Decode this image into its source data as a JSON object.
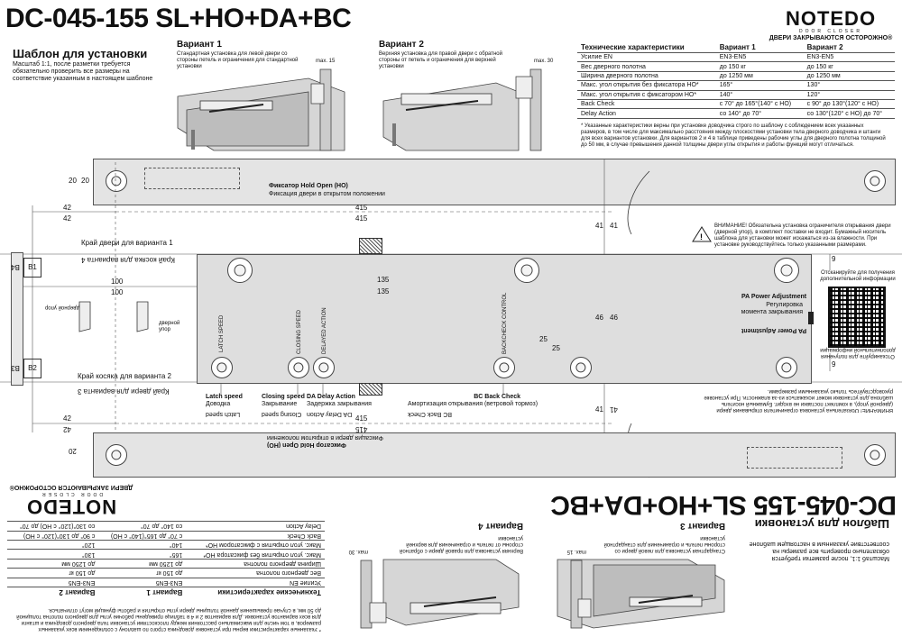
{
  "header": {
    "title": "DC-045-155 SL+HO+DA+BC",
    "subtitle": "Шаблон для установки",
    "intro": "Масштаб 1:1, после разметки требуется обязательно проверить все размеры на соответствие указанным в настоящем шаблоне"
  },
  "brand": {
    "name": "NOTEDO",
    "sub": "DOOR CLOSER",
    "slogan": "ДВЕРИ ЗАКРЫВАЮТСЯ ОСТОРОЖНО®"
  },
  "variants": {
    "v1_title": "Вариант 1",
    "v1_text": "Стандартная установка для левой двери со стороны петель и ограничения для стандартной установки",
    "v1_max": "max. 15",
    "v2_title": "Вариант 2",
    "v2_text": "Верхняя установка для правой двери с обратной стороны от петель и ограничения для верхней установки",
    "v2_max": "max. 30",
    "v3_title": "Вариант 3",
    "v3_text": "Стандартная установка для левой двери со стороны петель и ограничения для стандартной установки",
    "v4_title": "Вариант 4",
    "v4_text": "Верхняя установка для правой двери с обратной стороны от петель и ограничения для верхней установки"
  },
  "specs": {
    "header": [
      "Технические характеристики",
      "Вариант 1",
      "Вариант 2"
    ],
    "rows": [
      [
        "Усилие EN",
        "EN3-EN5",
        "EN3-EN5"
      ],
      [
        "Вес дверного полотна",
        "до 150 кг",
        "до 150 кг"
      ],
      [
        "Ширина дверного полотна",
        "до 1250 мм",
        "до 1250 мм"
      ],
      [
        "Макс. угол открытия без фиксатора HO*",
        "165°",
        "130°"
      ],
      [
        "Макс. угол открытия с фиксатором HO*",
        "140°",
        "120°"
      ],
      [
        "Back Check",
        "с 70° до 165°(140° с HO)",
        "с 90° до 130°(120° с HO)"
      ],
      [
        "Delay Action",
        "со 140° до 70°",
        "со 130°(120° с HO) до 70°"
      ]
    ],
    "note": "* Указанные характеристики верны при установке доводчика строго по шаблону с соблюдением всех указанных размеров, в том числе для максимально расстояния между плоскостями установки тела дверного доводчика и штанги для всех вариантов установки. Для вариантов 2 и 4 в таблице приведены рабочие углы для дверного полотна толщиной до 50 мм, в случае превышения данной толщины двери углы открытия и работы функций могут отличаться."
  },
  "warning": "ВНИМАНИЕ! Обязательна установка ограничителя открывания двери (дверной упор), в комплект поставки не входит. Бумажный носитель шаблона для установки может искажаться из-за влажности. При установке руководствуйтесь только указанными размерами.",
  "qr_text": "Отсканируйте для получения дополнительной информации",
  "template": {
    "fix_title": "Фиксатор Hold Open (HO)",
    "fix_text": "Фиксация двери в открытом положении",
    "dim_42": "42",
    "dim_415": "415",
    "dim_20": "20",
    "dim_41": "41",
    "dim_100": "100",
    "dim_135": "135",
    "dim_46": "46",
    "dim_25": "25",
    "dim_9": "9",
    "edge_v1": "Край двери для варианта 1",
    "edge_v4": "Край косяка для варианта 4",
    "edge_v2": "Край косяка для варианта 2",
    "edge_v3": "Край двери для варианта 3",
    "b1": "B1",
    "b2": "B2",
    "b3": "B3",
    "b4": "B4",
    "door_stop": "дверной упор",
    "latch": "LATCH SPEED",
    "closing": "CLOSING SPEED",
    "delayed": "DELAYED ACTION",
    "backcheck": "BACKCHECK CONTROL",
    "pa_title": "PA Power Adjustment",
    "pa_text": "Регулировка момента закрывания",
    "latch_en": "Latch speed",
    "latch_ru": "Доводка",
    "closing_en": "Closing speed",
    "closing_ru": "Закрывание",
    "da_en": "DA Delay Action",
    "da_ru": "Задержка закрывания",
    "bc_en": "BC Back Check",
    "bc_ru": "Амортизация открывания (ветровой тормоз)"
  }
}
